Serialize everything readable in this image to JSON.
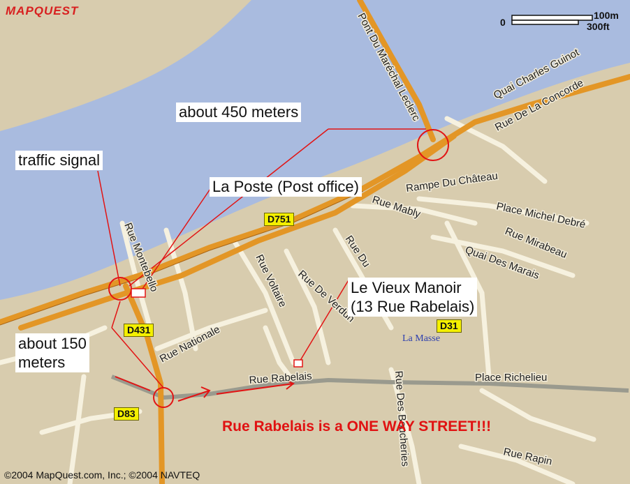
{
  "branding": {
    "logo": "MAPQUEST",
    "copyright": "©2004 MapQuest.com, Inc.; ©2004 NAVTEQ"
  },
  "scale": {
    "left": "0",
    "meters": "100m",
    "feet": "300ft"
  },
  "colors": {
    "land": "#d8ccae",
    "water": "#a9bbdf",
    "highway": "#e39626",
    "local_road": "#f6f1df",
    "route": "#e21414",
    "shield": "#f4f000"
  },
  "streets": {
    "pont": "Pont Du Maréchal Leclerc",
    "quai_guinot": "Quai Charles Guinot",
    "concorde": "Rue De La Concorde",
    "rampe": "Rampe Du Château",
    "mably": "Rue Mably",
    "debre": "Place Michel Debré",
    "mirabeau": "Rue Mirabeau",
    "marais": "Quai Des Marais",
    "montebello": "Rue Montebello",
    "voltaire": "Rue Voltaire",
    "verdun": "Rue De Verdun",
    "rue_du": "Rue Du",
    "nationale": "Rue Nationale",
    "rabelais": "Rue Rabelais",
    "richelieu": "Place Richelieu",
    "boucheries": "Rue Des Boucheries",
    "rapin": "Rue Rapin"
  },
  "water_label": "La Masse",
  "shields": {
    "d751": "D751",
    "d431": "D431",
    "d83": "D83",
    "d31": "D31"
  },
  "callouts": {
    "distance_450": "about 450 meters",
    "traffic_signal": "traffic signal",
    "la_poste": "La Poste (Post office)",
    "manoir_line1": "Le Vieux Manoir",
    "manoir_line2": "(13 Rue Rabelais)",
    "distance_150_line1": "about 150",
    "distance_150_line2": "meters"
  },
  "warning": "Rue Rabelais is a ONE WAY STREET!!!"
}
